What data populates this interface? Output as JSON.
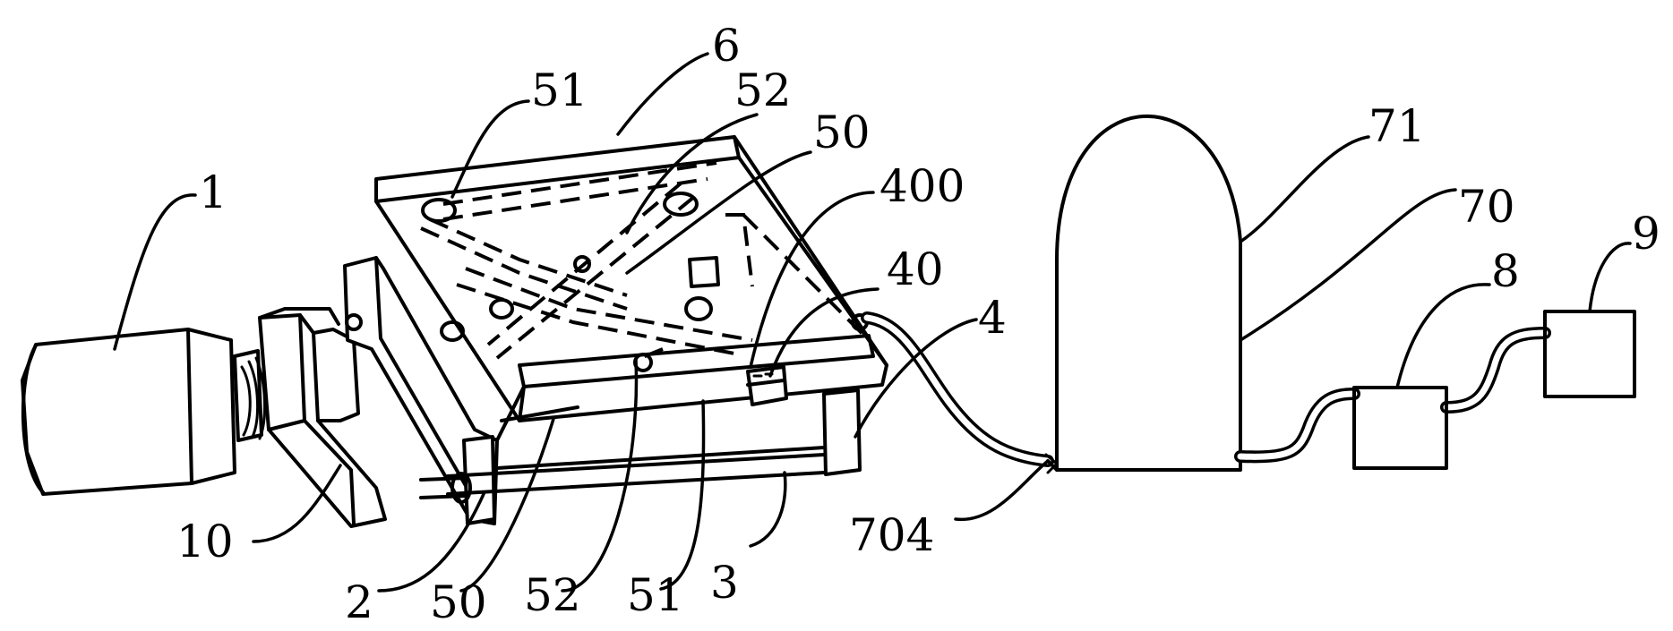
{
  "labels": {
    "l_1": "1",
    "l_10": "10",
    "l_2": "2",
    "l_50_bottom": "50",
    "l_52_bottom": "52",
    "l_51_bottom": "51",
    "l_3": "3",
    "l_704": "704",
    "l_51_top": "51",
    "l_6": "6",
    "l_52_top": "52",
    "l_50_top": "50",
    "l_400": "400",
    "l_40": "40",
    "l_4": "4",
    "l_71": "71",
    "l_70": "70",
    "l_8": "8",
    "l_9": "9"
  }
}
